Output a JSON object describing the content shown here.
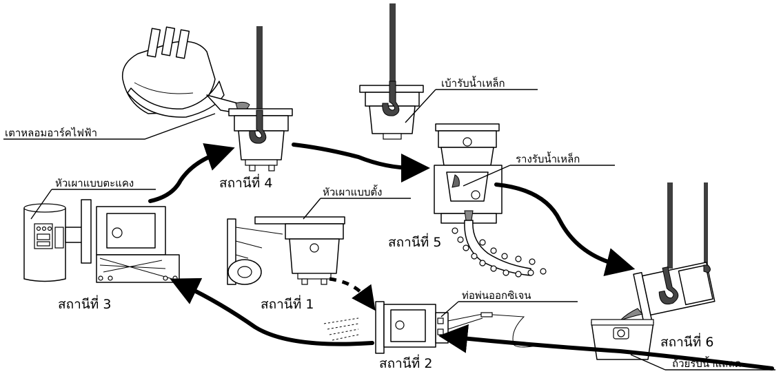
{
  "stations": {
    "s1": "สถานีที่ 1",
    "s2": "สถานีที่ 2",
    "s3": "สถานีที่ 3",
    "s4": "สถานีที่ 4",
    "s5": "สถานีที่ 5",
    "s6": "สถานีที่ 6"
  },
  "labels": {
    "arc_furnace": "เตาหลอมอาร์คไฟฟ้า",
    "ladle": "เบ้ารับน้ำเหล็ก",
    "trough": "รางรับน้ำเหล็ก",
    "horizontal_burner": "หัวเผาแบบตะแคง",
    "vertical_burner": "หัวเผาแบบตั้ง",
    "oxygen_lance": "ท่อพ่นออกซิเจน",
    "slag_pot": "ถ้วยรับน้ำแสลด"
  }
}
